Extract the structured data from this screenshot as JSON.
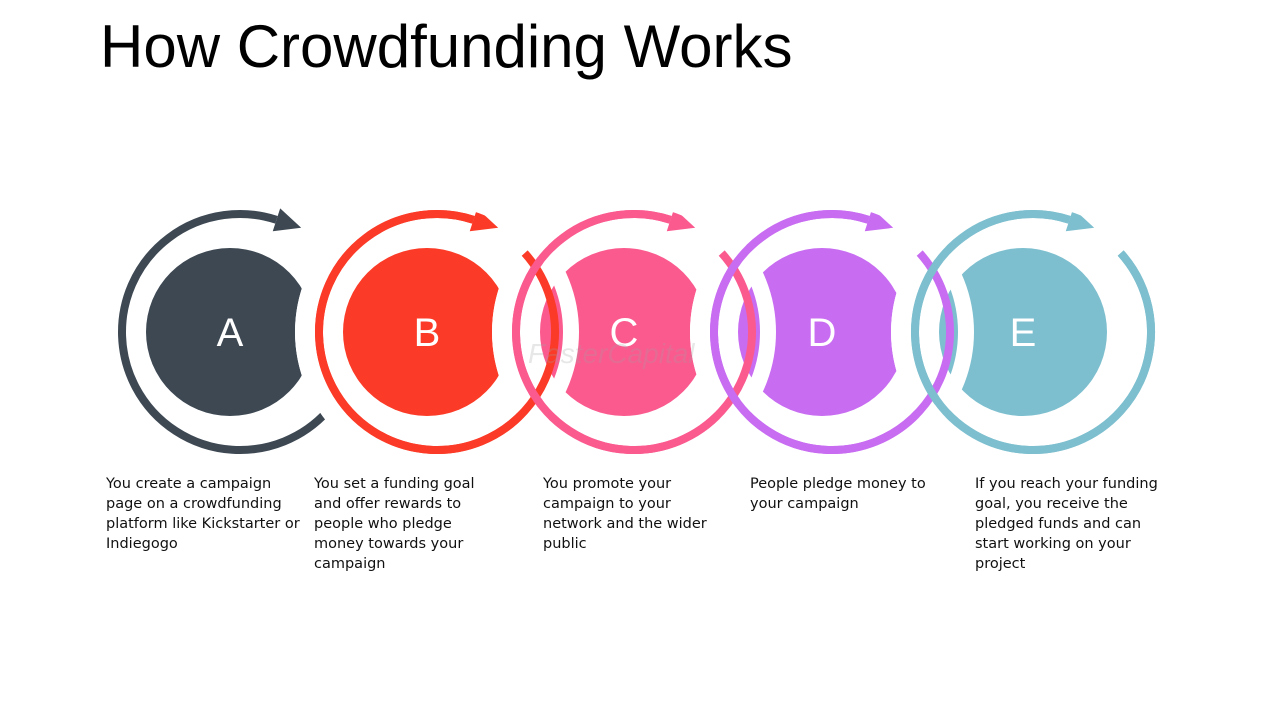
{
  "title": "How Crowdfunding Works",
  "watermark": "FasterCapital",
  "steps": [
    {
      "letter": "A",
      "color": "#3d4853",
      "text": "You create a campaign page on a crowdfunding platform like Kickstarter or Indiegogo"
    },
    {
      "letter": "B",
      "color": "#fb3b27",
      "text": "You set a funding goal and offer rewards to people who pledge money towards your campaign"
    },
    {
      "letter": "C",
      "color": "#fb5a8f",
      "text": "You promote your campaign to your network and the wider public"
    },
    {
      "letter": "D",
      "color": "#c86cf2",
      "text": "People pledge money to your campaign"
    },
    {
      "letter": "E",
      "color": "#7dbfcf",
      "text": "If you reach your funding goal, you receive the pledged funds and can start working on your project"
    }
  ]
}
